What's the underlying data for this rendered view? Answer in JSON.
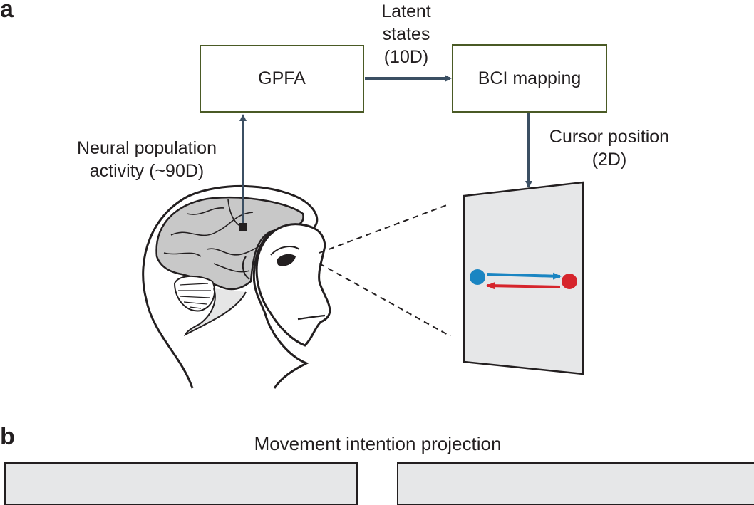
{
  "panel_a": {
    "label": "a",
    "gpfa_box": "GPFA",
    "bci_box": "BCI mapping",
    "latent_line1": "Latent",
    "latent_line2": "states",
    "latent_line3": "(10D)",
    "cursor_line1": "Cursor position",
    "cursor_line2": "(2D)",
    "neural_line1": "Neural population",
    "neural_line2": "activity (~90D)"
  },
  "panel_b": {
    "label": "b",
    "title": "Movement intention projection"
  },
  "colors": {
    "arrow": "#3b4f63",
    "box_border": "#4a5a25",
    "brain_fill": "#c8c8c8",
    "screen_fill": "#e6e7e8",
    "blue_target": "#1a85c2",
    "red_target": "#d6252c"
  }
}
